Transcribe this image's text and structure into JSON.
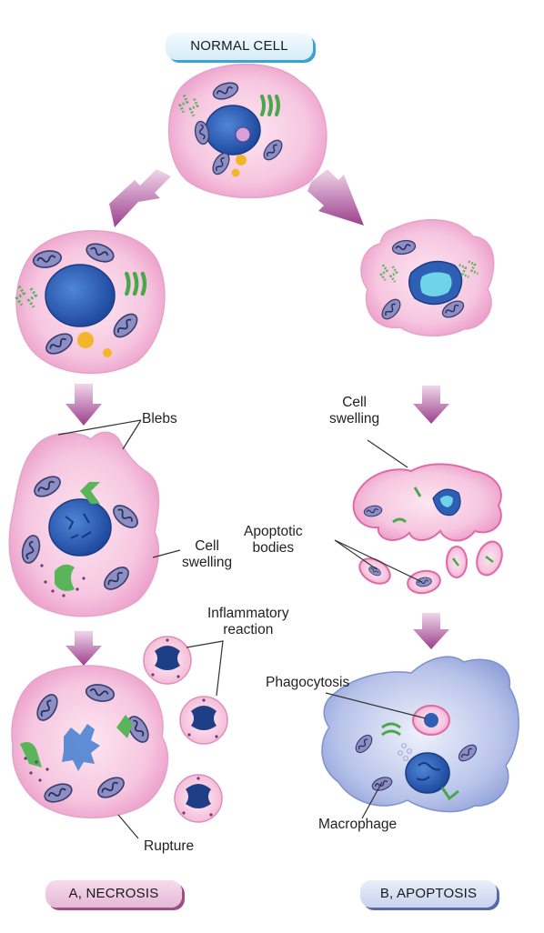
{
  "title": "NORMAL CELL",
  "labels": {
    "blebs": "Blebs",
    "cell_swelling_necrosis": "Cell\nswelling",
    "inflammatory_reaction": "Inflammatory\nreaction",
    "rupture": "Rupture",
    "cell_swelling_apoptosis": "Cell\nswelling",
    "apoptotic_bodies": "Apoptotic\nbodies",
    "phagocytosis": "Phagocytosis",
    "macrophage": "Macrophage"
  },
  "captions": {
    "necrosis": "A, NECROSIS",
    "apoptosis": "B, APOPTOSIS"
  },
  "colors": {
    "cell_fill": "#f5c3df",
    "cell_edge": "#e08cbc",
    "nucleus": "#2d5fb8",
    "mitochondria": "#3b3f6e",
    "organelle_green": "#4aa84a",
    "arrow": "#a04f92",
    "macrophage": "#8b9bd6"
  }
}
